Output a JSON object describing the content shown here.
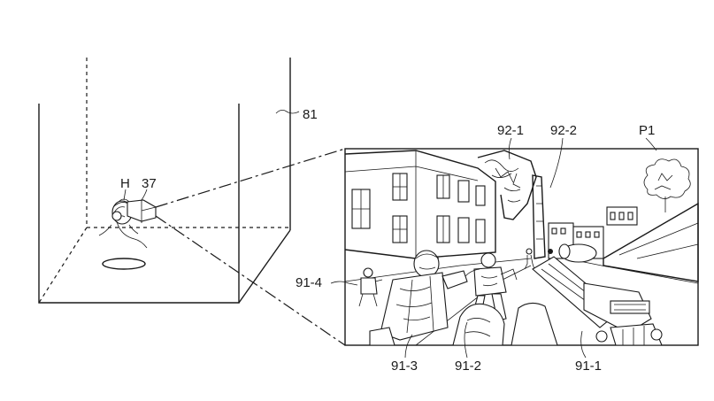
{
  "labels": {
    "room": "81",
    "user": "H",
    "hmd": "37",
    "screen": "P1",
    "building_a": "92-1",
    "building_b": "92-2",
    "gun": "91-1",
    "soldier_mid": "91-2",
    "soldier_front": "91-3",
    "soldier_far": "91-4"
  }
}
